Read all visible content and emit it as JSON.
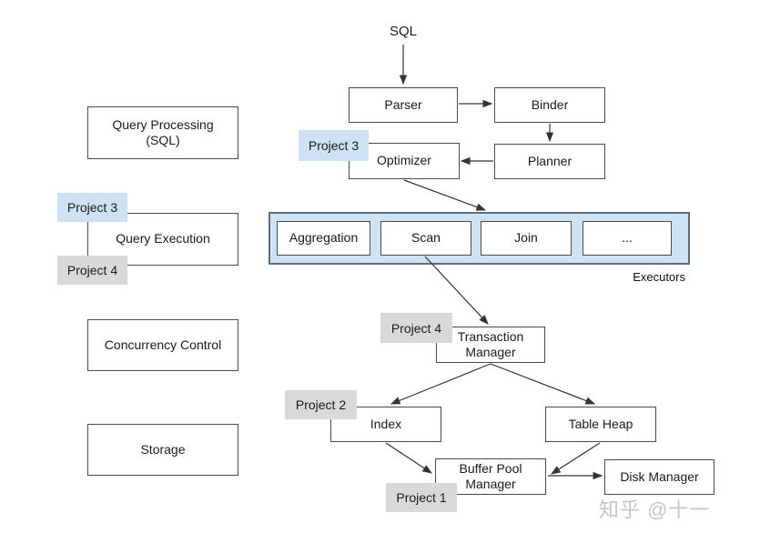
{
  "watermark": "知乎 @十一",
  "diagram": {
    "sql": "SQL",
    "left_column": {
      "query_processing": "Query Processing\n(SQL)",
      "query_execution": "Query Execution",
      "concurrency_control": "Concurrency Control",
      "storage": "Storage"
    },
    "pipeline": {
      "parser": "Parser",
      "binder": "Binder",
      "planner": "Planner",
      "optimizer": "Optimizer"
    },
    "executors": {
      "caption": "Executors",
      "items": [
        "Aggregation",
        "Scan",
        "Join",
        "..."
      ]
    },
    "storage_layer": {
      "transaction_manager": "Transaction\nManager",
      "index": "Index",
      "table_heap": "Table Heap",
      "buffer_pool_manager": "Buffer Pool\nManager",
      "disk_manager": "Disk Manager"
    },
    "project_tags": {
      "optimizer": "Project 3",
      "query_execution_top": "Project 3",
      "query_execution_bottom": "Project 4",
      "transaction_manager": "Project 4",
      "index": "Project 2",
      "buffer_pool_manager": "Project 1"
    },
    "colors": {
      "tag_blue": "#cfe2f3",
      "tag_gray": "#d9d9d9",
      "executors_fill": "#cfe2f3",
      "executors_border": "#5f6d7a",
      "box_border": "#4a4a4a",
      "arrow": "#333333"
    }
  }
}
